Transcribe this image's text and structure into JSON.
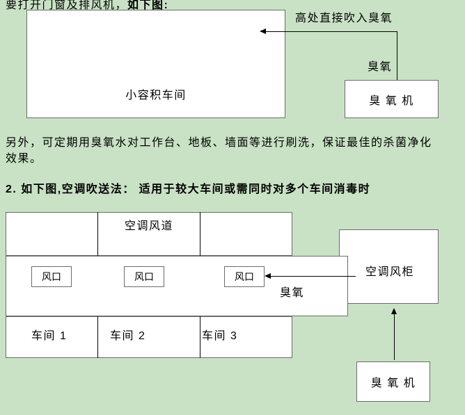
{
  "colors": {
    "page_background": "#c9e2c5",
    "box_fill": "#ffffff",
    "box_border": "#6b6b6b",
    "line": "#000000",
    "text": "#000000"
  },
  "document": {
    "intro_prefix": "要打开门窗及排风机，",
    "intro_bold": "如下图:",
    "paragraph": "另外，可定期用臭氧水对工作台、地板、墙面等进行刷洗，保证最佳的杀菌净化效果。",
    "section_heading": "2. 如下图,空调吹送法： 适用于较大车间或需同时对多个车间消毒时"
  },
  "diagram1": {
    "workshop_label": "小容积车间",
    "annotation": "高处直接吹入臭氧",
    "ozone_label": "臭氧",
    "machine_label": "臭 氧 机"
  },
  "diagram2": {
    "duct_label": "空调风道",
    "vents": [
      "风口",
      "风口",
      "风口"
    ],
    "workshops": [
      "车间 1",
      "车间 2",
      "车间 3"
    ],
    "ozone_label": "臭氧",
    "cabinet_label": "空调风柜",
    "machine_label": "臭 氧 机"
  }
}
